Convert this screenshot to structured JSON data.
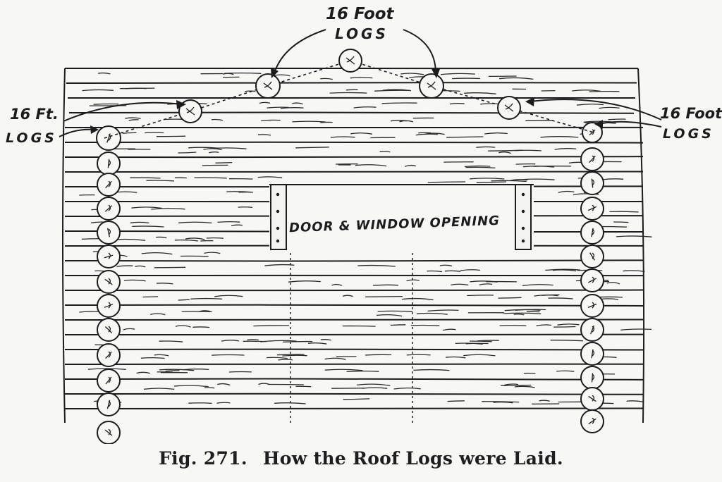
{
  "labels": {
    "top_line1": "16 Foot",
    "top_line2": "LOGS",
    "left_line1": "16 Ft.",
    "left_line2": "LOGS",
    "right_line1": "16 Foot",
    "right_line2": "LOGS",
    "opening": "DOOR & WINDOW OPENING"
  },
  "caption": {
    "figure": "Fig. 271.",
    "title": "How the Roof Logs were Laid."
  },
  "colors": {
    "ink": "#1c1c1c",
    "paper": "#f7f7f5"
  }
}
